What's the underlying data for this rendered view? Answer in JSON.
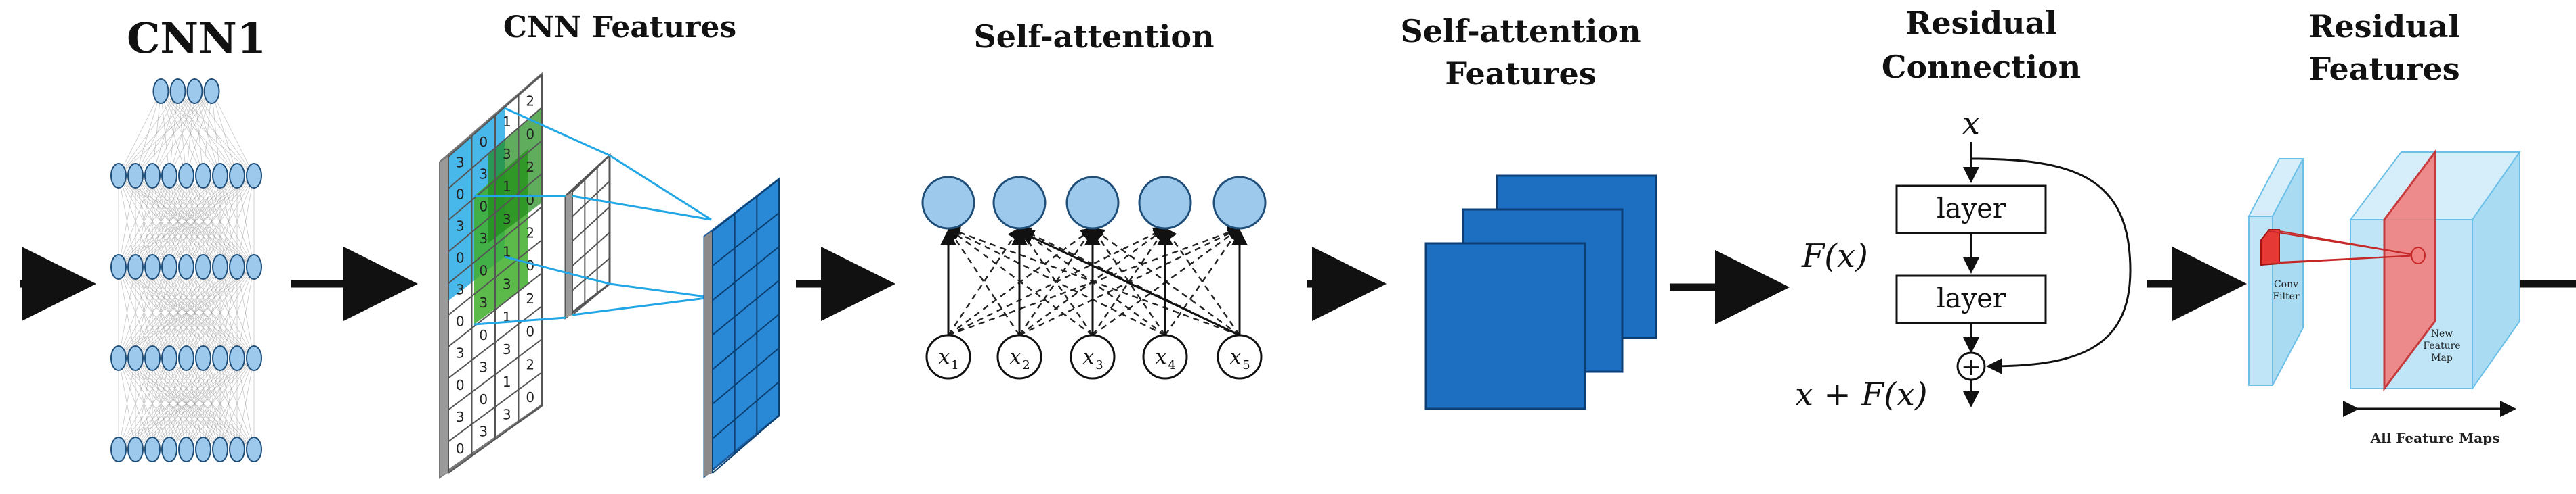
{
  "stages": {
    "cnn1": {
      "title": "CNN1"
    },
    "cnn_features": {
      "title": "CNN Features",
      "grid_digits": [
        "3",
        "0",
        "1",
        "2",
        "0",
        "3",
        "3",
        "0"
      ]
    },
    "self_attention": {
      "title": "Self-attention",
      "inputs": [
        "x",
        "x",
        "x",
        "x",
        "x"
      ],
      "input_subscripts": [
        "1",
        "2",
        "3",
        "4",
        "5"
      ]
    },
    "sa_features": {
      "title_line1": "Self-attention",
      "title_line2": "Features"
    },
    "residual_connection": {
      "title_line1": "Residual",
      "title_line2": "Connection",
      "input_label": "x",
      "layer1": "layer",
      "layer2": "layer",
      "fx_label": "F(x)",
      "sum_symbol": "+",
      "output_label": "x + F(x)"
    },
    "residual_features": {
      "title_line1": "Residual",
      "title_line2": "Features",
      "conv_filter_line1": "Conv",
      "conv_filter_line2": "Filter",
      "new_map_line1": "New",
      "new_map_line2": "Feature",
      "new_map_line3": "Map",
      "all_maps_label": "All Feature Maps"
    }
  },
  "colors": {
    "node_fill": "#9cc9ec",
    "node_stroke": "#1f4e79",
    "cnn_cyan": "#34b0e8",
    "cnn_green": "#3fae2a",
    "map_blue": "#2a89d6",
    "sa_blue": "#1d6fc2",
    "res_box_fill": "#bfe5f7",
    "res_red": "#f08080",
    "arrow": "#111111"
  }
}
